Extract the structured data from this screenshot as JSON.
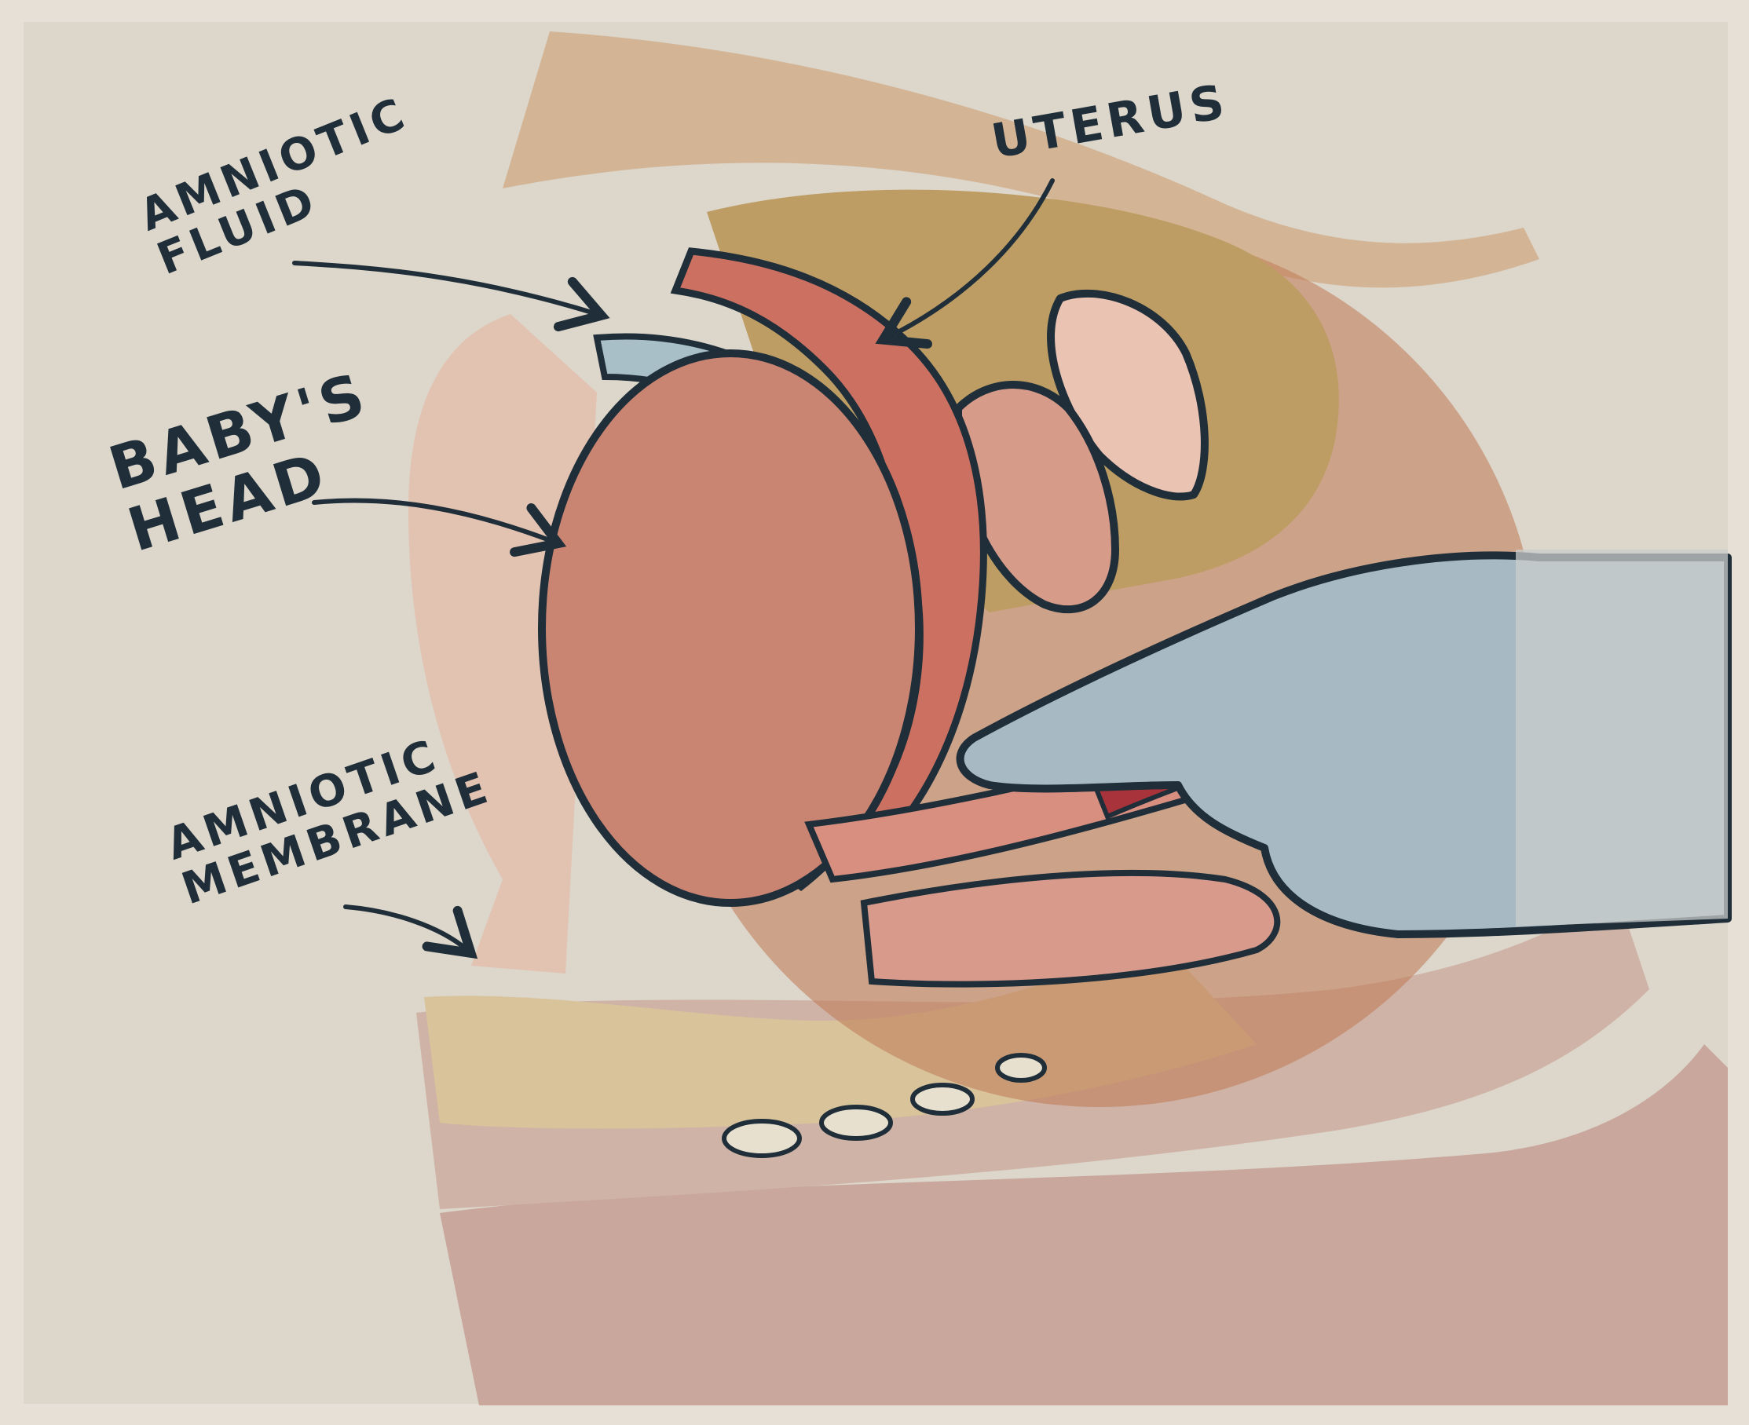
{
  "labels": {
    "amniotic_fluid": "AMNIOTIC\nFLUID",
    "babys_head": "BABY'S\nHEAD",
    "amniotic_membrane": "AMNIOTIC\nMEMBRANE",
    "uterus": "UTERUS"
  },
  "colors": {
    "background": "#dcd6cb",
    "frame": "#e6e0d6",
    "skin": "#e2c3b2",
    "fat_tan": "#d8c39b",
    "uterus_gold": "#bd9d64",
    "muscle_red": "#cc7161",
    "head": "#c98472",
    "membrane_blue": "#a9bfc8",
    "glove": "#a7bac3",
    "ink": "#1f2e38",
    "highlight_circle": "#c07854"
  }
}
